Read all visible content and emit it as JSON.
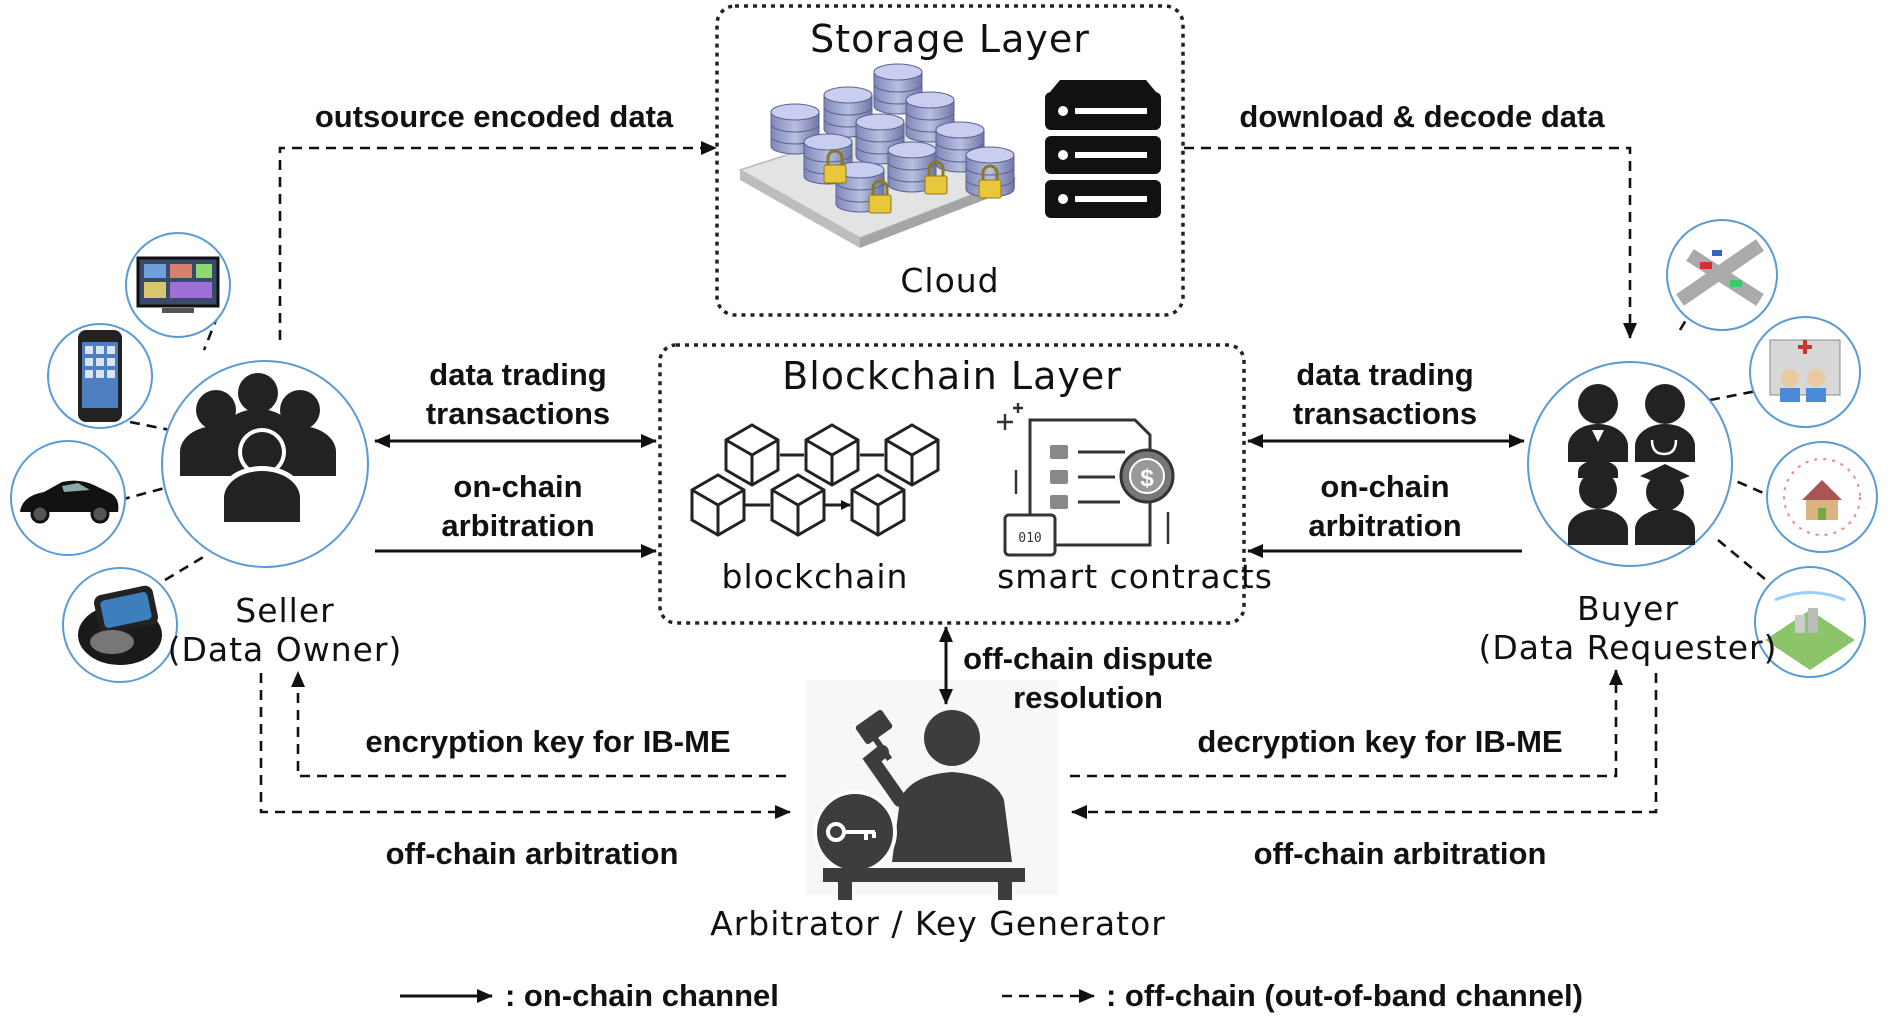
{
  "storage_layer": {
    "title": "Storage  Layer",
    "caption": "Cloud"
  },
  "blockchain_layer": {
    "title": "Blockchain  Layer",
    "blockchain_caption": "blockchain",
    "smart_contracts_caption": "smart  contracts"
  },
  "seller": {
    "line1": "Seller",
    "line2": "(Data  Owner)"
  },
  "buyer": {
    "line1": "Buyer",
    "line2": "(Data  Requester)"
  },
  "arbitrator": {
    "caption": "Arbitrator  /  Key  Generator"
  },
  "labels": {
    "outsource": "outsource encoded data",
    "download": "download & decode data",
    "trading_left_1": "data trading",
    "trading_left_2": "transactions",
    "arb_left_1": "on-chain",
    "arb_left_2": "arbitration",
    "trading_right_1": "data trading",
    "trading_right_2": "transactions",
    "arb_right_1": "on-chain",
    "arb_right_2": "arbitration",
    "dispute_1": "off-chain dispute",
    "dispute_2": "resolution",
    "enc_key": "encryption key for IB-ME",
    "dec_key": "decryption key for IB-ME",
    "offchain_arb_left": "off-chain arbitration",
    "offchain_arb_right": "off-chain arbitration"
  },
  "legend": {
    "on_chain": ": on-chain channel",
    "off_chain": ": off-chain (out-of-band channel)"
  }
}
